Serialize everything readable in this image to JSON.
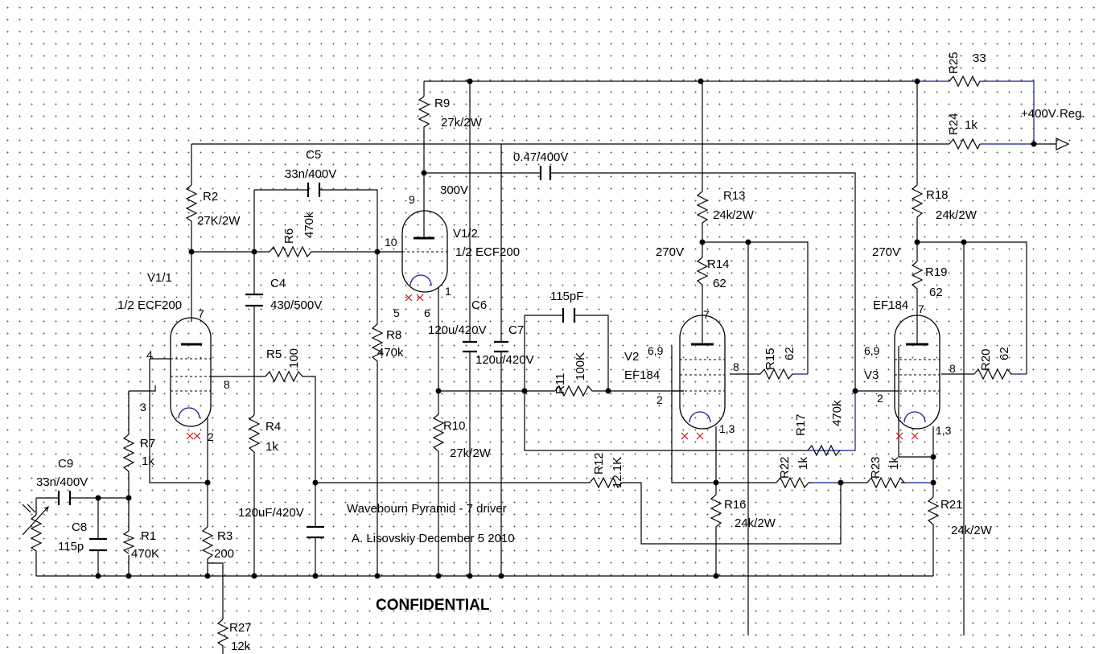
{
  "title": "Wavebourn Pyramid - 7 driver",
  "author_line": "A. Lisovskiy December 5 2010",
  "stamp": "CONFIDENTIAL",
  "supply": "+400V Reg.",
  "voltages": {
    "v_300": "300V",
    "v_270_a": "270V",
    "v_270_b": "270V"
  },
  "tubes": {
    "v1_1": {
      "ref": "V1/1",
      "type": "1/2 ECF200",
      "pins": [
        "7",
        "4",
        "3",
        "8",
        "2"
      ]
    },
    "v1_2": {
      "ref": "V1/2",
      "type": "1/2 ECF200",
      "pins": [
        "9",
        "10",
        "5",
        "6",
        "1"
      ]
    },
    "v2": {
      "ref": "V2",
      "type": "EF184",
      "pins": [
        "7",
        "6,9",
        "8",
        "2",
        "1,3"
      ]
    },
    "v3": {
      "ref": "V3",
      "type": "EF184",
      "pins": [
        "7",
        "6,9",
        "8",
        "2",
        "1,3"
      ]
    }
  },
  "resistors": [
    {
      "ref": "R1",
      "value": "470K"
    },
    {
      "ref": "R2",
      "value": "27K/2W"
    },
    {
      "ref": "R3",
      "value": "200"
    },
    {
      "ref": "R4",
      "value": "1k"
    },
    {
      "ref": "R5",
      "value": "100"
    },
    {
      "ref": "R6",
      "value": "470k"
    },
    {
      "ref": "R7",
      "value": "1k"
    },
    {
      "ref": "R8",
      "value": "470k"
    },
    {
      "ref": "R9",
      "value": "27k/2W"
    },
    {
      "ref": "R10",
      "value": "27k/2W"
    },
    {
      "ref": "R11",
      "value": "100K"
    },
    {
      "ref": "R12",
      "value": "12.1K"
    },
    {
      "ref": "R13",
      "value": "24k/2W"
    },
    {
      "ref": "R14",
      "value": "62"
    },
    {
      "ref": "R15",
      "value": "62"
    },
    {
      "ref": "R16",
      "value": "24k/2W"
    },
    {
      "ref": "R17",
      "value": "470k"
    },
    {
      "ref": "R18",
      "value": "24k/2W"
    },
    {
      "ref": "R19",
      "value": "62"
    },
    {
      "ref": "R20",
      "value": "62"
    },
    {
      "ref": "R21",
      "value": "24k/2W"
    },
    {
      "ref": "R22",
      "value": "1k"
    },
    {
      "ref": "R23",
      "value": "1k"
    },
    {
      "ref": "R24",
      "value": "1k"
    },
    {
      "ref": "R25",
      "value": "33"
    },
    {
      "ref": "R27",
      "value": "12k"
    }
  ],
  "capacitors": [
    {
      "ref": "C4",
      "value": "430/500V"
    },
    {
      "ref": "C5",
      "value": "33n/400V"
    },
    {
      "ref": "C6",
      "value": "120u/420V"
    },
    {
      "ref": "C7",
      "value": "120u/420V"
    },
    {
      "ref": "C8",
      "value": "115p"
    },
    {
      "ref": "C9",
      "value": "33n/400V"
    },
    {
      "ref": "",
      "value": "0.47/400V"
    },
    {
      "ref": "",
      "value": "115pF"
    },
    {
      "ref": "",
      "value": "120uF/420V"
    }
  ]
}
